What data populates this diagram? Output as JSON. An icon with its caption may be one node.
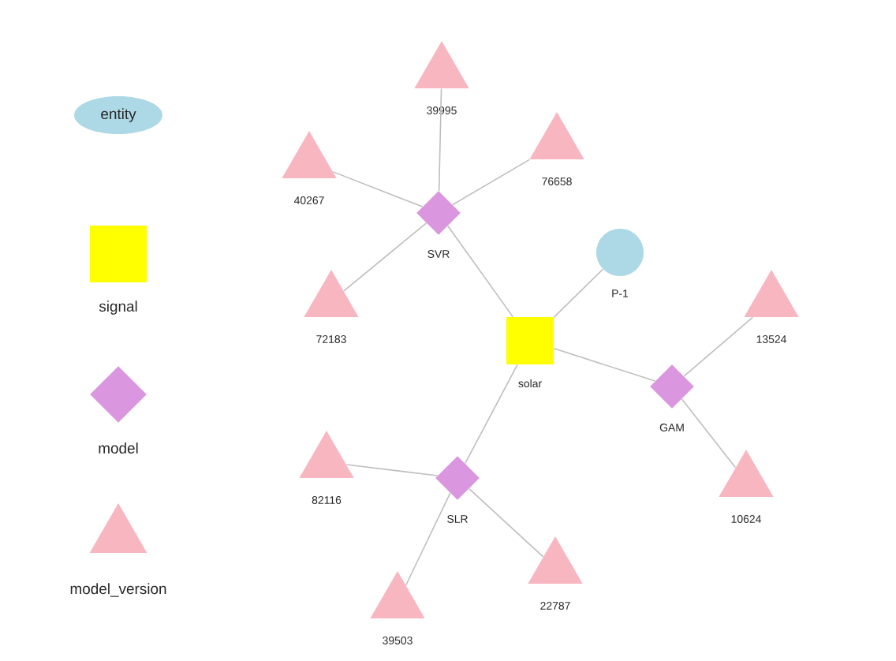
{
  "diagram": {
    "nodes": [
      {
        "text": [
          "solar"
        ]
      },
      {
        "text": [
          "P-1"
        ]
      },
      {
        "text": [
          "SVR"
        ]
      },
      {
        "text": [
          "39995"
        ]
      },
      {
        "text": [
          "40267"
        ]
      },
      {
        "text": [
          "76658"
        ]
      },
      {
        "text": [
          "72183"
        ]
      },
      {
        "text": [
          "GAM"
        ]
      },
      {
        "text": [
          "13524"
        ]
      },
      {
        "text": [
          "10624"
        ]
      },
      {
        "text": [
          "SLR"
        ]
      },
      {
        "text": [
          "82116"
        ]
      },
      {
        "text": [
          "22787"
        ]
      },
      {
        "text": [
          "39503"
        ]
      }
    ],
    "edges": [
      {
        "from": 0,
        "to": 1,
        "arrow": "none"
      },
      {
        "from": 0,
        "to": 2,
        "arrow": "none"
      },
      {
        "from": 2,
        "to": 3,
        "arrow": "none"
      },
      {
        "from": 2,
        "to": 4,
        "arrow": "none"
      },
      {
        "from": 2,
        "to": 5,
        "arrow": "none"
      },
      {
        "from": 2,
        "to": 6,
        "arrow": "none"
      },
      {
        "from": 0,
        "to": 7,
        "arrow": "none"
      },
      {
        "from": 7,
        "to": 8,
        "arrow": "none"
      },
      {
        "from": 7,
        "to": 9,
        "arrow": "none"
      },
      {
        "from": 0,
        "to": 10,
        "arrow": "none"
      },
      {
        "from": 10,
        "to": 11,
        "arrow": "none"
      },
      {
        "from": 10,
        "to": 12,
        "arrow": "none"
      },
      {
        "from": 10,
        "to": 13,
        "arrow": "none"
      }
    ],
    "legend": [
      {
        "text": "entity"
      },
      {
        "text": "signal"
      },
      {
        "text": "model"
      },
      {
        "text": "model_version"
      }
    ]
  }
}
